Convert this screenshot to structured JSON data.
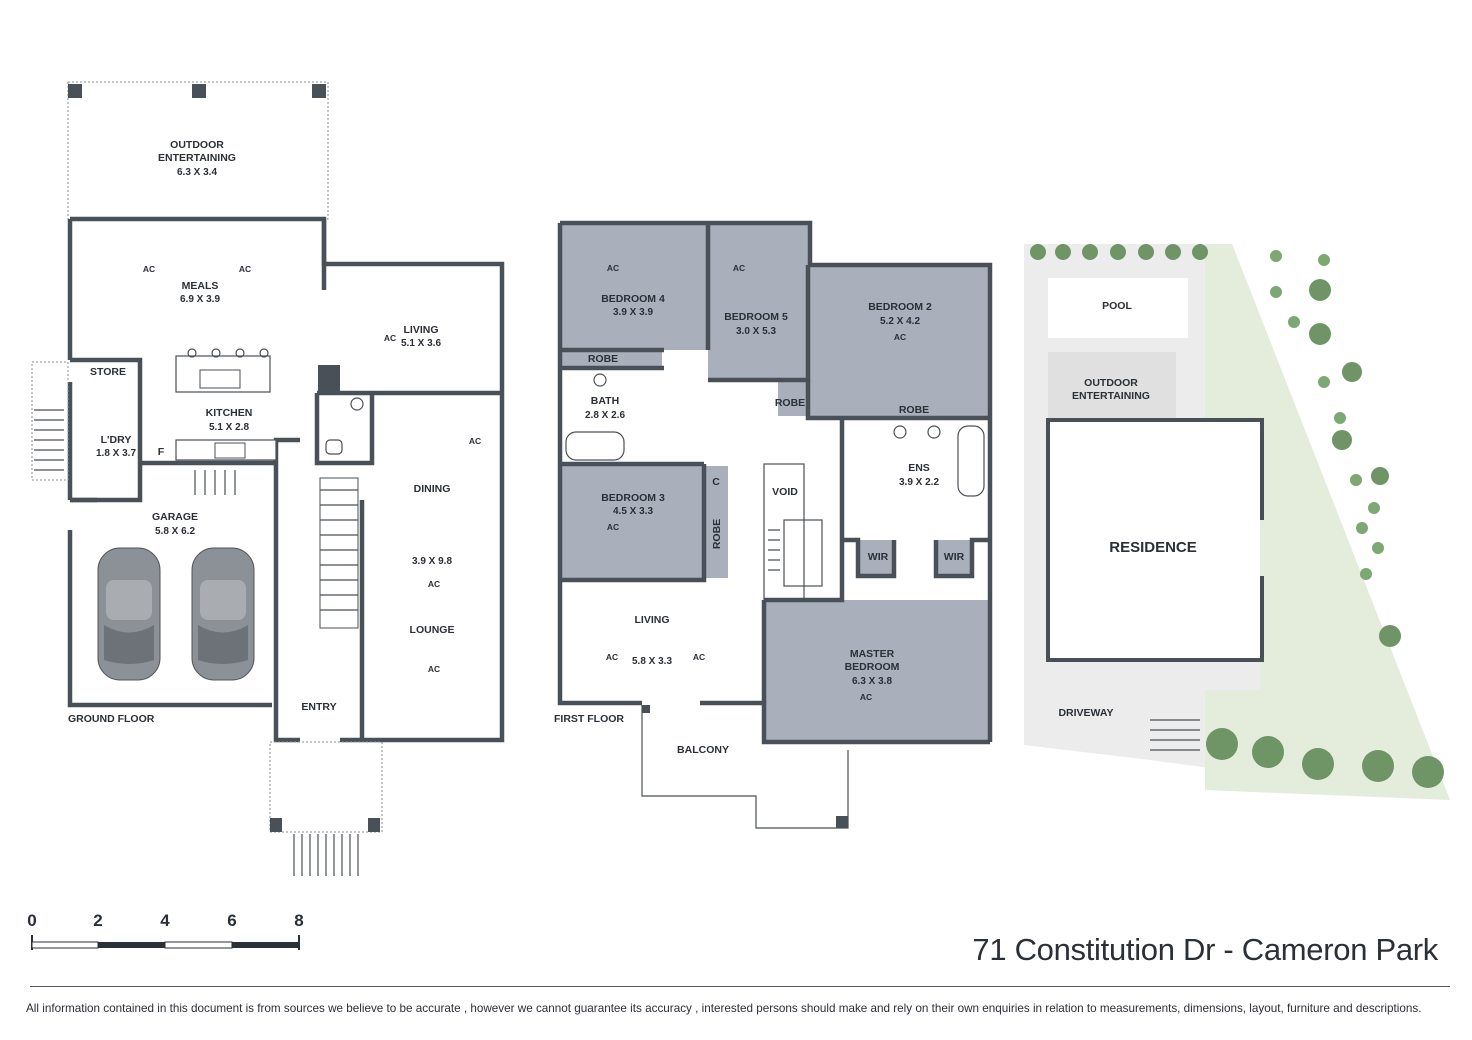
{
  "title": "71 Constitution Dr - Cameron Park",
  "disclaimer": "All information contained in this document is from sources we believe to be accurate , however we cannot guarantee its accuracy , interested persons should make and rely on their own enquiries in relation to measurements, dimensions, layout, furniture and descriptions.",
  "scale": [
    "0",
    "2",
    "4",
    "6",
    "8"
  ],
  "floors": {
    "ground": "GROUND FLOOR",
    "first": "FIRST FLOOR"
  },
  "ac": "AC",
  "ground_rooms": {
    "outdoor": {
      "name_1": "OUTDOOR",
      "name_2": "ENTERTAINING",
      "dim": "6.3 X 3.4"
    },
    "meals": {
      "name": "MEALS",
      "dim": "6.9 X 3.9"
    },
    "living": {
      "name": "LIVING",
      "dim": "5.1 X 3.6"
    },
    "store": {
      "name": "STORE"
    },
    "kitchen": {
      "name": "KITCHEN",
      "dim": "5.1 X 2.8"
    },
    "laundry": {
      "name": "L'DRY",
      "dim": "1.8 X 3.7"
    },
    "fridge": "F",
    "dining": {
      "name": "DINING"
    },
    "dining_lounge_dim": "3.9 X 9.8",
    "lounge": {
      "name": "LOUNGE"
    },
    "garage": {
      "name": "GARAGE",
      "dim": "5.8 X 6.2"
    },
    "entry": {
      "name": "ENTRY"
    }
  },
  "first_rooms": {
    "bedroom4": {
      "name": "BEDROOM 4",
      "dim": "3.9 X 3.9"
    },
    "bedroom5": {
      "name": "BEDROOM 5",
      "dim": "3.0 X 5.3"
    },
    "bedroom2": {
      "name": "BEDROOM 2",
      "dim": "5.2 X 4.2"
    },
    "robe": "ROBE",
    "bath": {
      "name": "BATH",
      "dim": "2.8 X 2.6"
    },
    "bedroom3": {
      "name": "BEDROOM 3",
      "dim": "4.5 X 3.3"
    },
    "closet": "C",
    "void": "VOID",
    "ensuite": {
      "name": "ENS",
      "dim": "3.9 X 2.2"
    },
    "wir": "WIR",
    "living": {
      "name": "LIVING",
      "dim": "5.8 X 3.3"
    },
    "master": {
      "name_1": "MASTER",
      "name_2": "BEDROOM",
      "dim": "6.3 X 3.8"
    },
    "balcony": "BALCONY"
  },
  "site": {
    "pool": "POOL",
    "outdoor_1": "OUTDOOR",
    "outdoor_2": "ENTERTAINING",
    "residence": "RESIDENCE",
    "driveway": "DRIVEWAY"
  },
  "colors": {
    "wall": "#4a5058",
    "room_fill": "#a9b0bc",
    "lawn": "#e4ecdc",
    "tree": "#6f9566",
    "paving": "#ececec"
  }
}
